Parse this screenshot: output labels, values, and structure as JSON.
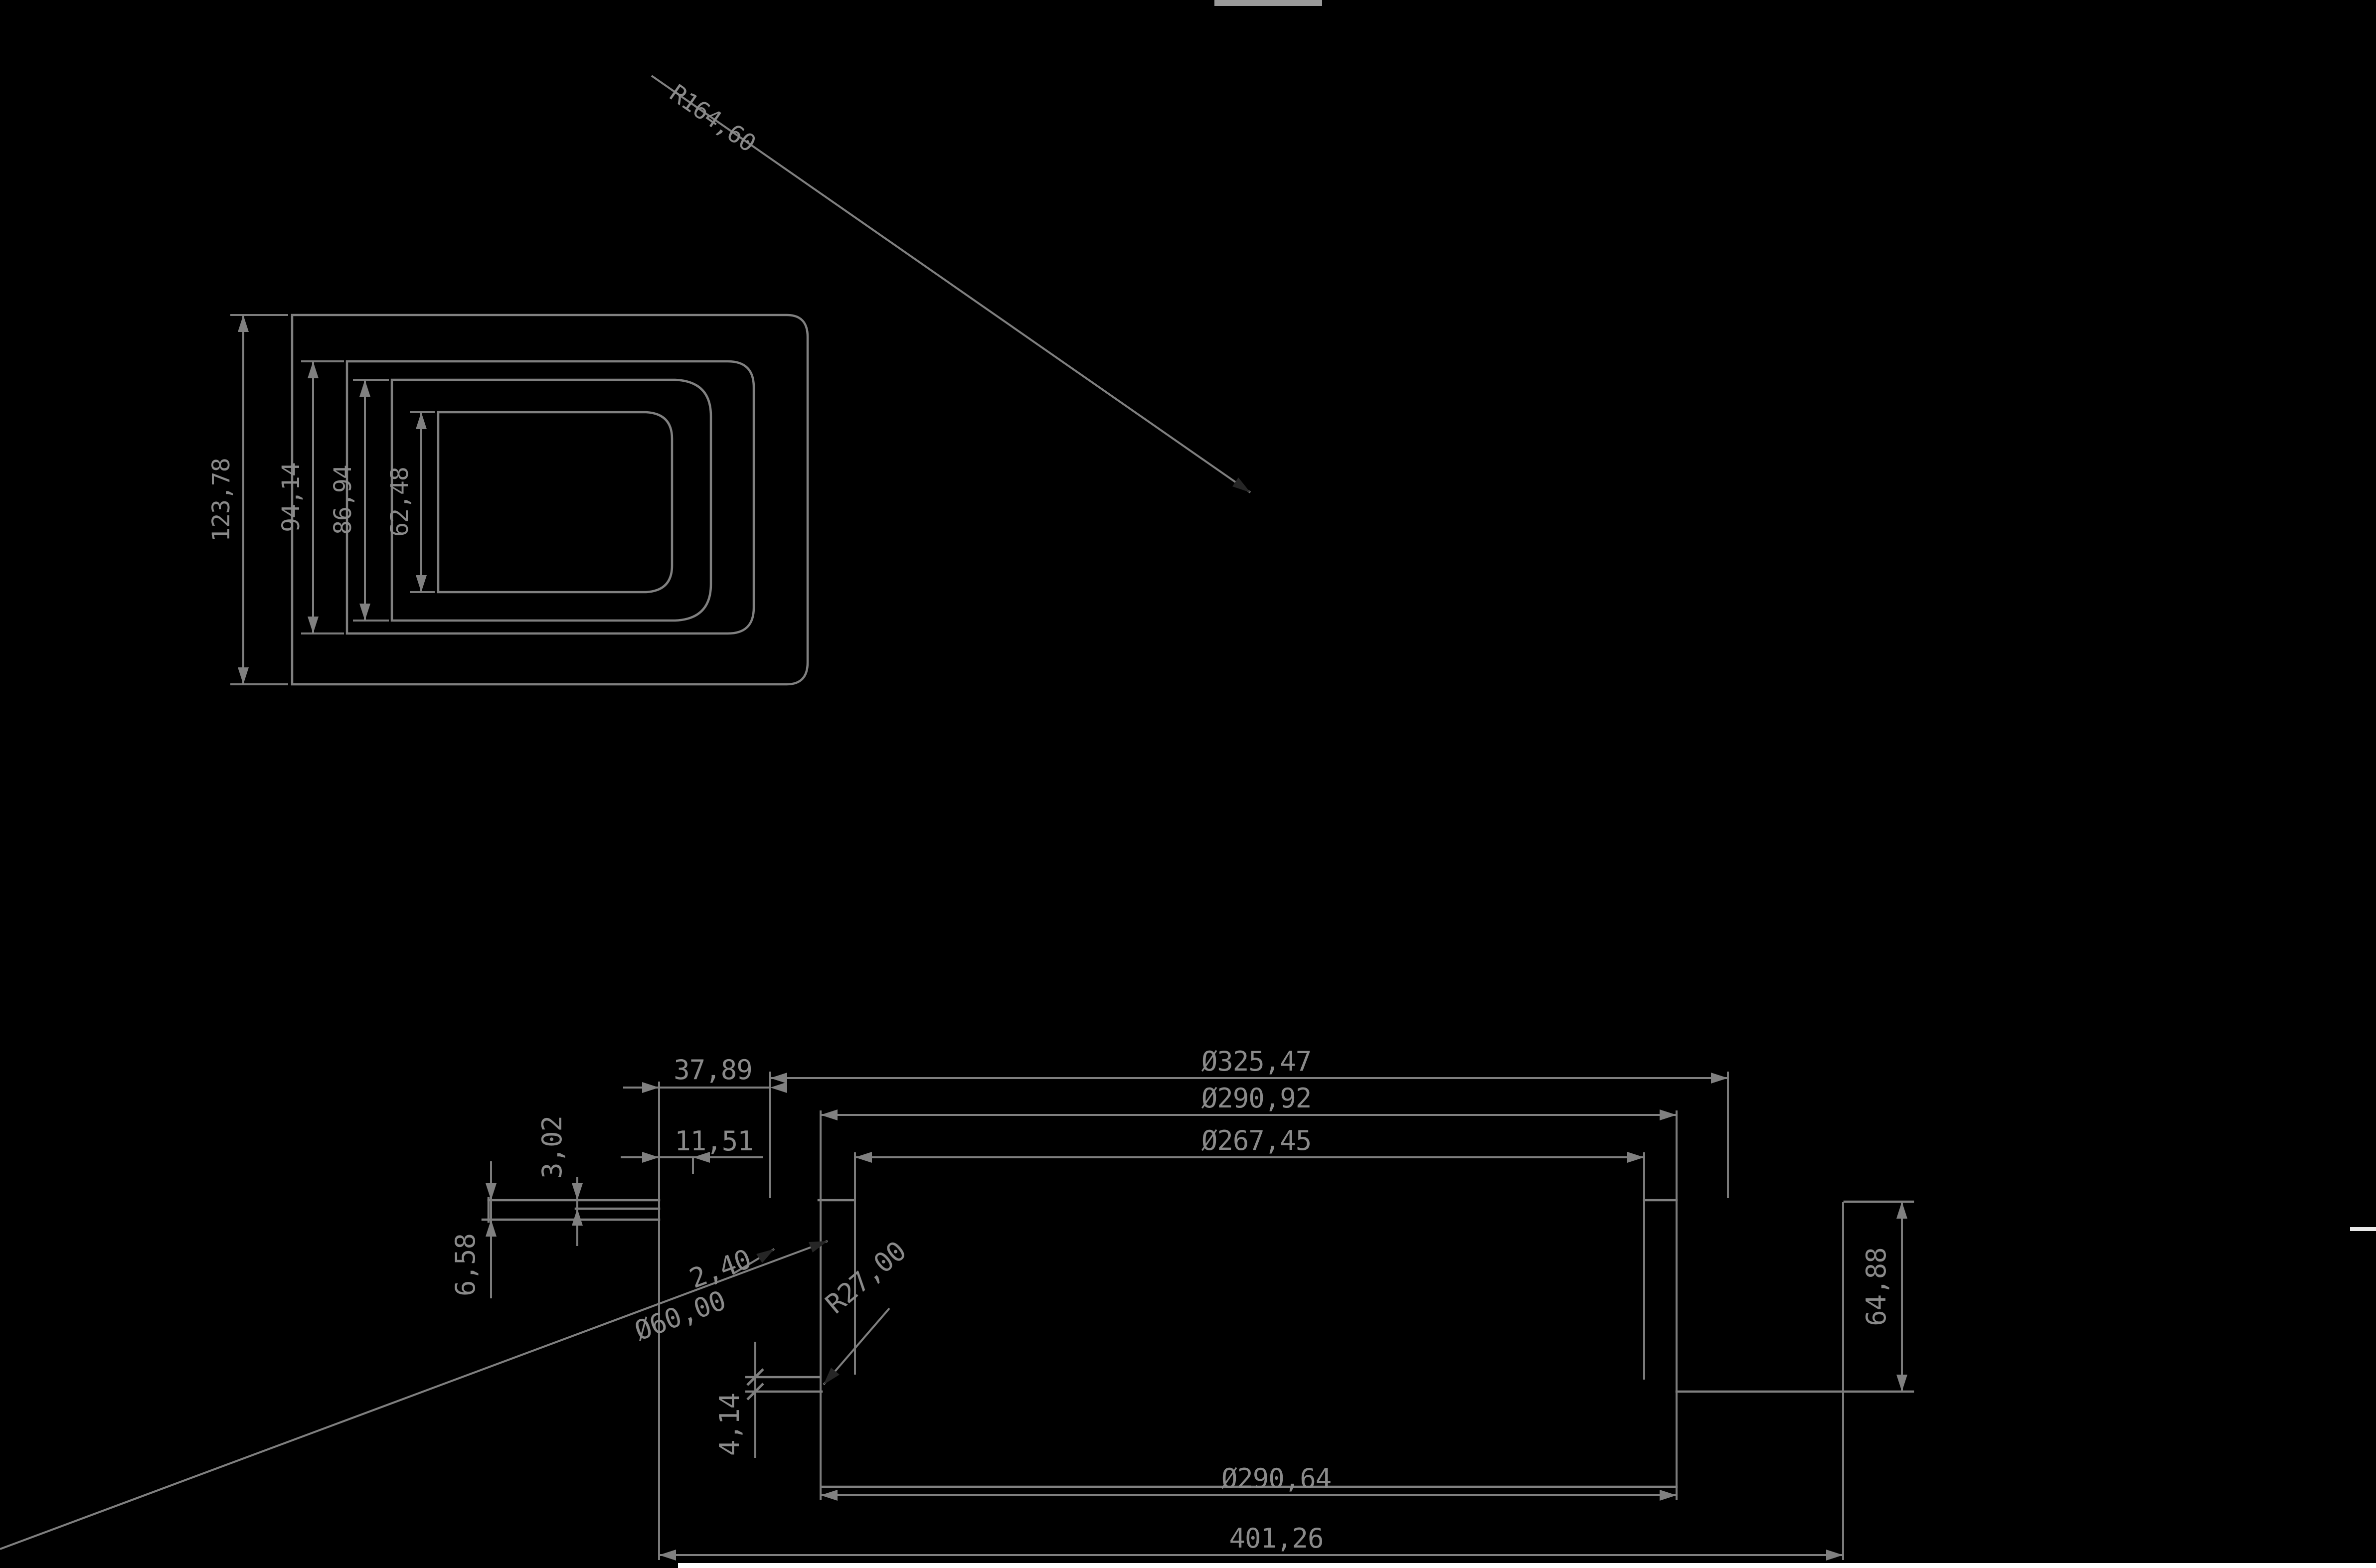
{
  "drawing": {
    "background_color": "#000000",
    "line_color": "#808080",
    "text_color": "#8a8a8a",
    "dark_arrow_color": "#262626",
    "top_view": {
      "height_dims": [
        {
          "label": "123,78"
        },
        {
          "label": "94,14"
        },
        {
          "label": "86,94"
        },
        {
          "label": "62,48"
        }
      ],
      "radius_leader_label": "R164,60"
    },
    "section_view": {
      "diameter_dims": {
        "outer_rim": "Ø325,47",
        "wall_outer": "Ø290,92",
        "wall_inner": "Ø267,45",
        "bottom_outer": "Ø290,64"
      },
      "left_dims": {
        "rim_offset": "37,89",
        "wall_step": "11,51",
        "lip_gap": "3,02",
        "lip_thickness": "6,58"
      },
      "leader_dims": {
        "edge_offset": "2,40",
        "corner_radius": "R27,00",
        "bore_diameter": "Ø60,00"
      },
      "bottom_dims": {
        "foot_height": "4,14",
        "overall_width": "401,26"
      },
      "right_dims": {
        "cavity_depth": "64,88"
      }
    }
  }
}
